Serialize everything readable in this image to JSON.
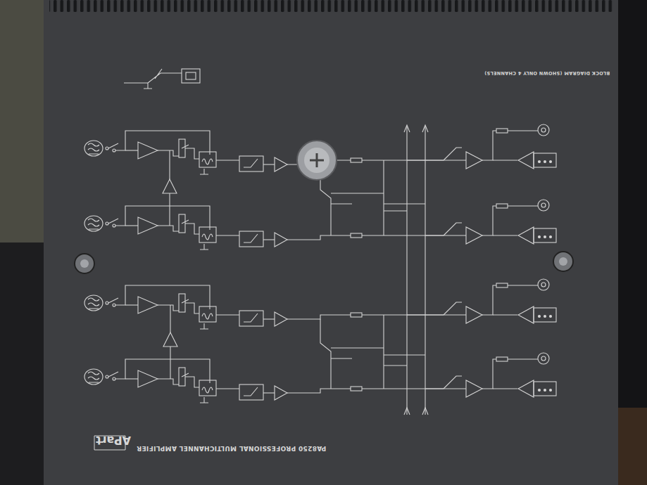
{
  "diagram": {
    "labels": [
      "APart",
      "PA8250 PROFESSIONAL MULTICHANNEL AMPLIFIER",
      "BLOCK DIAGRAM (SHOWN ONLY 4 CHANNELS)"
    ]
  }
}
